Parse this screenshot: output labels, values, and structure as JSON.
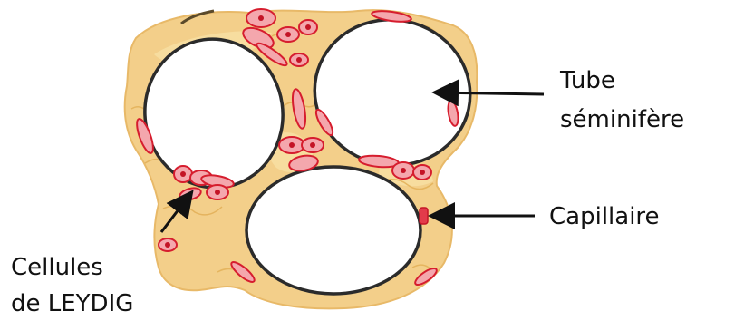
{
  "labels": {
    "tube_line1": "Tube",
    "tube_line2": "séminifère",
    "capillaire": "Capillaire",
    "leydig_line1": "Cellules",
    "leydig_line2": "de LEYDIG"
  },
  "colors": {
    "tissue": "#f3cf8a",
    "tissue_light": "#f8e2a8",
    "fiber": "#e3b15a",
    "cell_fill": "#f4a7ad",
    "cell_stroke": "#d61d2e",
    "nucleus": "#c41426",
    "tubule_fill": "#ffffff",
    "tubule_stroke": "#2b2b2b",
    "arrow": "#111111"
  },
  "icons": {
    "arrow": "arrow-icon"
  }
}
